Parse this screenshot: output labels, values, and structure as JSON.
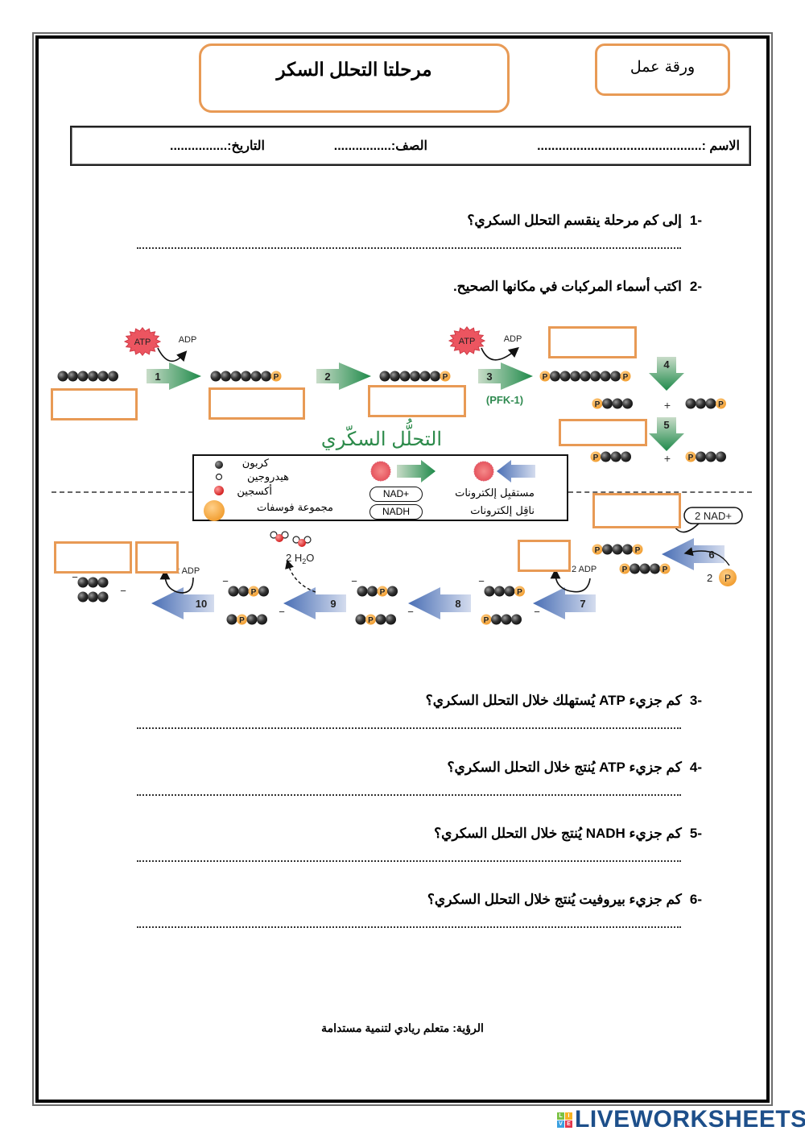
{
  "header": {
    "title": "مرحلتا التحلل السكر",
    "worksheet_label": "ورقة عمل"
  },
  "info_bar": {
    "name_label": "الاسم :..............................................",
    "class_label": "الصف:................",
    "date_label": "التاريخ:................"
  },
  "questions": [
    {
      "number": "-1",
      "text": "إلى كم مرحلة ينقسم التحلل السكري؟"
    },
    {
      "number": "-2",
      "text": "اكتب أسماء المركبات في مكانها الصحيح."
    },
    {
      "number": "-3",
      "text": "كم جزيء  ATP  يُستهلك خلال التحلل السكري؟"
    },
    {
      "number": "-4",
      "text": "كم جزيء  ATP  يُنتج خلال التحلل السكري؟"
    },
    {
      "number": "-5",
      "text": "كم جزيء NADH يُنتج خلال التحلل السكري؟"
    },
    {
      "number": "-6",
      "text": "كم جزيء بيروفيت يُنتج خلال التحلل السكري؟"
    }
  ],
  "diagram": {
    "title": "التحلُّل السكّري",
    "atp_label": "ATP",
    "adp_label": "ADP",
    "two_adp_label": "2 ADP",
    "nad_label": "2 NAD+",
    "pi_label": "2 Pi",
    "water_label": "2 H2O",
    "enzyme_label": "(PFK-1)",
    "plus": "+",
    "minus": "−",
    "phosphate": "P",
    "steps": [
      "1",
      "2",
      "3",
      "4",
      "5",
      "6",
      "7",
      "8",
      "9",
      "10"
    ],
    "answer_boxes": [
      {
        "id": "glucose",
        "value": ""
      },
      {
        "id": "glucose-6-phosphate",
        "value": ""
      },
      {
        "id": "fructose-6-phosphate",
        "value": ""
      },
      {
        "id": "fructose-1-6-bisphosphate",
        "value": ""
      },
      {
        "id": "step5-product",
        "value": ""
      },
      {
        "id": "step6-product",
        "value": ""
      },
      {
        "id": "step7-product",
        "value": ""
      },
      {
        "id": "pyruvate",
        "value": ""
      },
      {
        "id": "step10-atp",
        "value": ""
      }
    ],
    "legend": {
      "carbon": "كربون",
      "hydrogen": "هيدروجين",
      "oxygen": "أكسجين",
      "phosphate_group": "مجموعة فوسفات",
      "electron_acceptor": "مستقبِل إلكترونات",
      "electron_carrier": "ناقِل إلكترونات",
      "nad_plus": "NAD+",
      "nadh": "NADH"
    },
    "colors": {
      "box_border": "#e89a55",
      "carbon": "#3a3a3a",
      "phosphate": "#f2a83b",
      "green_arrow": "#2f8a50",
      "blue_arrow": "#5277b8",
      "atp_burst": "#e9505a",
      "title_green": "#2c8a4a"
    }
  },
  "footer": {
    "vision": "الرؤية: متعلم ريادي لتنمية مستدامة",
    "brand": "LIVEWORKSHEETS",
    "brand_tiles": [
      "L",
      "I",
      "V",
      "E"
    ]
  }
}
